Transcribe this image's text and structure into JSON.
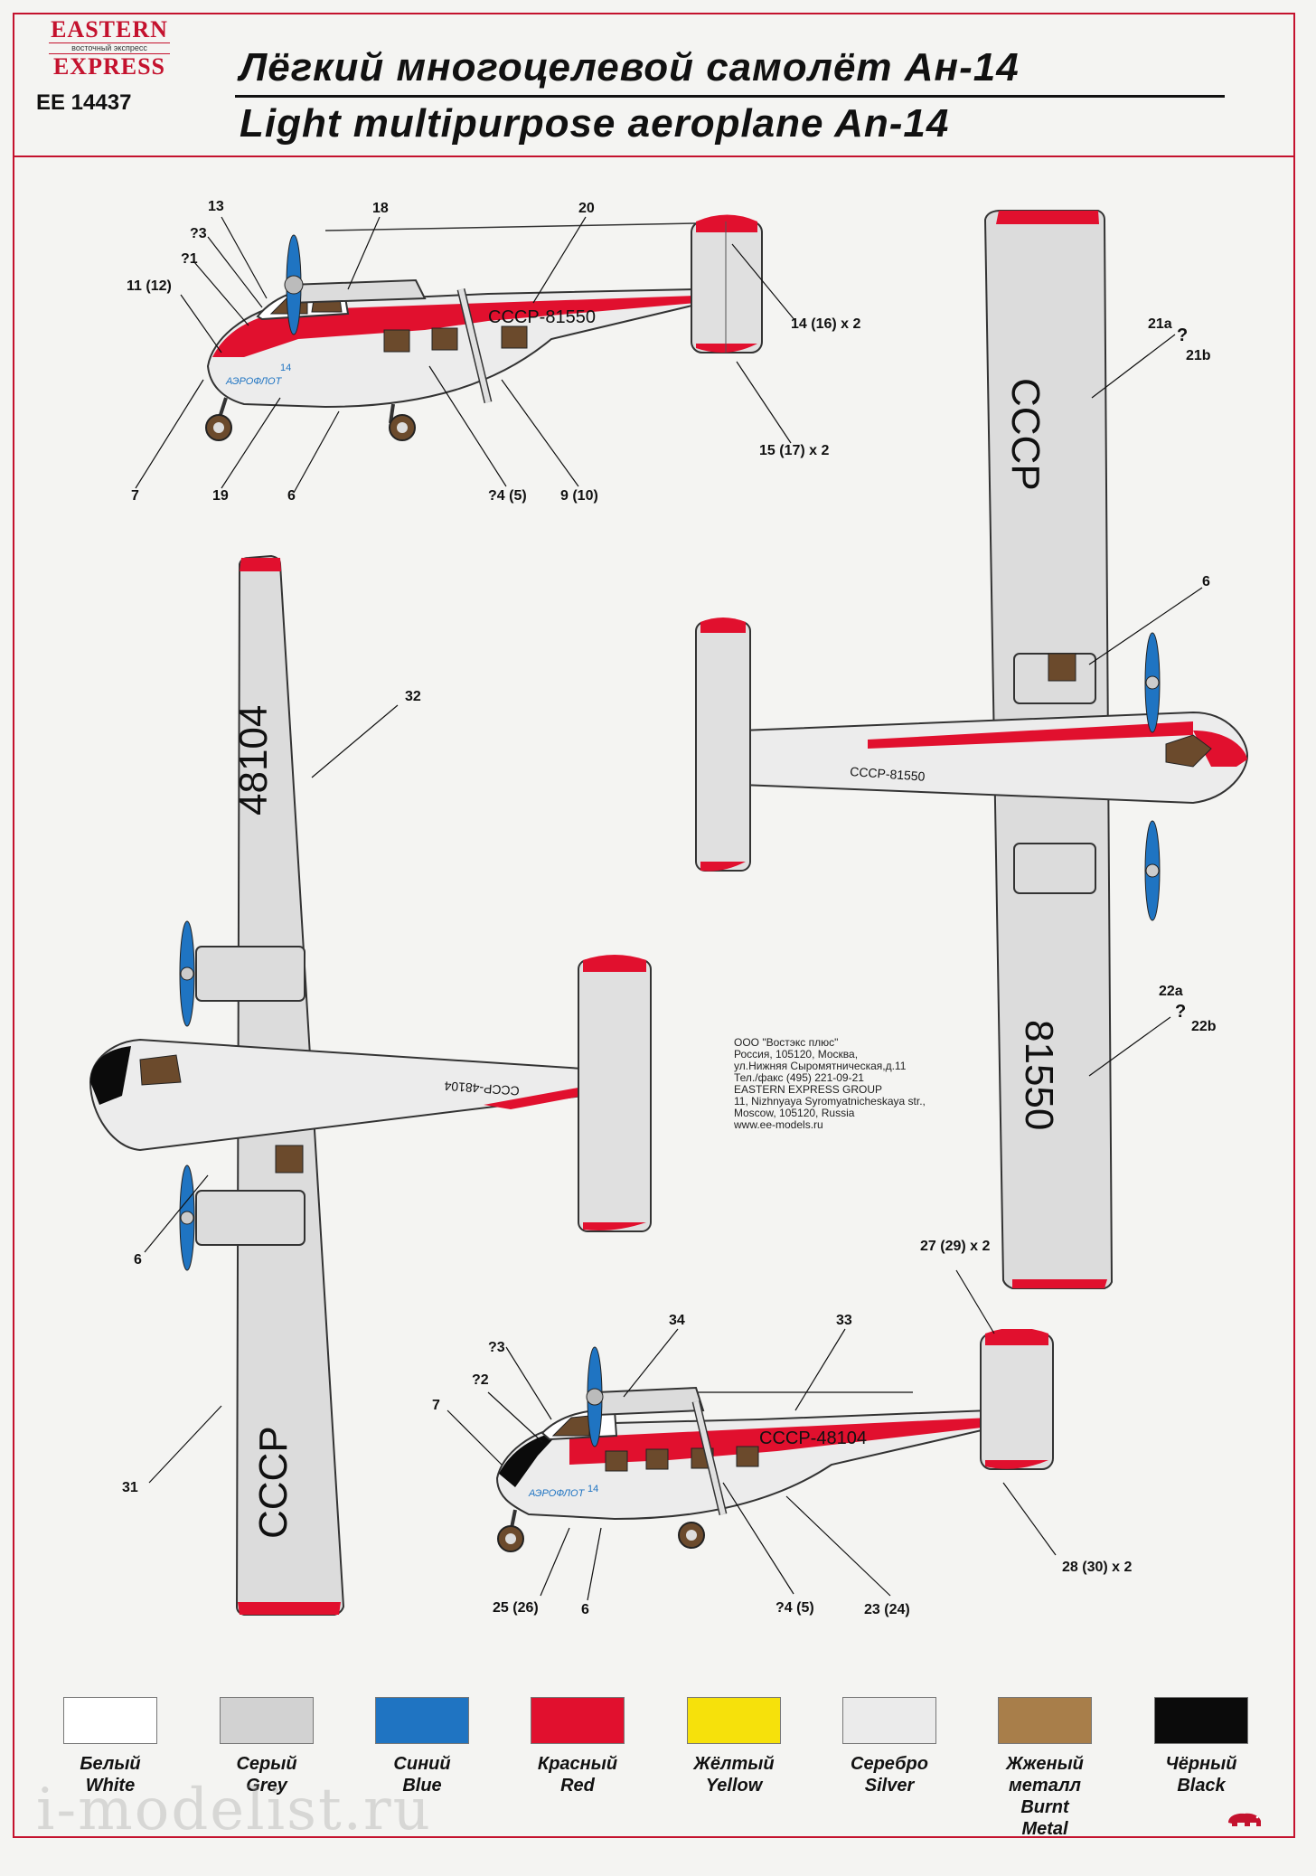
{
  "header": {
    "logo_top": "EASTERN",
    "logo_mid": "восточный экспресс",
    "logo_bottom": "EXPRESS",
    "kit_code": "EE 14437",
    "title_ru": "Лёгкий многоцелевой самолёт Ан-14",
    "title_en": "Light multipurpose aeroplane An-14"
  },
  "registrations": {
    "side1": "СССР-81550",
    "top_wing": "СССР",
    "top_wing2": "81550",
    "bottom_wing1": "48104",
    "bottom_wing2": "СССР",
    "side2": "СССР-48104",
    "fuselage_bottom": "СССР-48104",
    "fuselage_top": "СССР-81550",
    "airline": "АЭРОФЛОТ",
    "nose_number": "14"
  },
  "callouts": {
    "c13": "13",
    "c18": "18",
    "c20": "20",
    "c3": "?3",
    "c1": "?1",
    "c11": "11 (12)",
    "c14": "14 (16) x 2",
    "c15": "15 (17) x 2",
    "c7": "7",
    "c19": "19",
    "c6": "6",
    "c4": "?4 (5)",
    "c9": "9 (10)",
    "c21a": "21a",
    "c21q": "?",
    "c21b": "21b",
    "c6b": "6",
    "c32": "32",
    "c22a": "22a",
    "c22q": "?",
    "c22b": "22b",
    "c6c": "6",
    "c27": "27 (29) x 2",
    "c34": "34",
    "c33": "33",
    "c3b": "?3",
    "c2": "?2",
    "c7b": "7",
    "c31": "31",
    "c25": "25 (26)",
    "c6d": "6",
    "c4b": "?4 (5)",
    "c23": "23 (24)",
    "c28": "28 (30) x 2"
  },
  "company_info": [
    "ООО \"Востэкс плюс\"",
    "Россия, 105120, Москва,",
    "ул.Нижняя Сыромятническая,д.11",
    "Тел./факс (495) 221-09-21",
    "EASTERN EXPRESS GROUP",
    "11, Nizhnyaya Syromyatnicheskaya str.,",
    "Moscow, 105120, Russia",
    "www.ee-models.ru"
  ],
  "swatches": [
    {
      "ru": "Белый",
      "en": "White",
      "en2": "",
      "color": "#ffffff"
    },
    {
      "ru": "Серый",
      "en": "Grey",
      "en2": "",
      "color": "#d2d2d2"
    },
    {
      "ru": "Синий",
      "en": "Blue",
      "en2": "",
      "color": "#1f74c2"
    },
    {
      "ru": "Красный",
      "en": "Red",
      "en2": "",
      "color": "#e1102e"
    },
    {
      "ru": "Жёлтый",
      "en": "Yellow",
      "en2": "",
      "color": "#f6e10b"
    },
    {
      "ru": "Серебро",
      "en": "Silver",
      "en2": "",
      "color": "#ebebeb"
    },
    {
      "ru": "Жженый",
      "en": "металл",
      "en2": "Burnt Metal",
      "color": "#a87e4a"
    },
    {
      "ru": "Чёрный",
      "en": "Black",
      "en2": "",
      "color": "#0b0b0b"
    }
  ],
  "watermark": "i-modelist.ru",
  "colors": {
    "frame": "#c4122e",
    "red": "#e1102e",
    "grey": "#d8d8d8",
    "brown": "#6b4a2c"
  }
}
